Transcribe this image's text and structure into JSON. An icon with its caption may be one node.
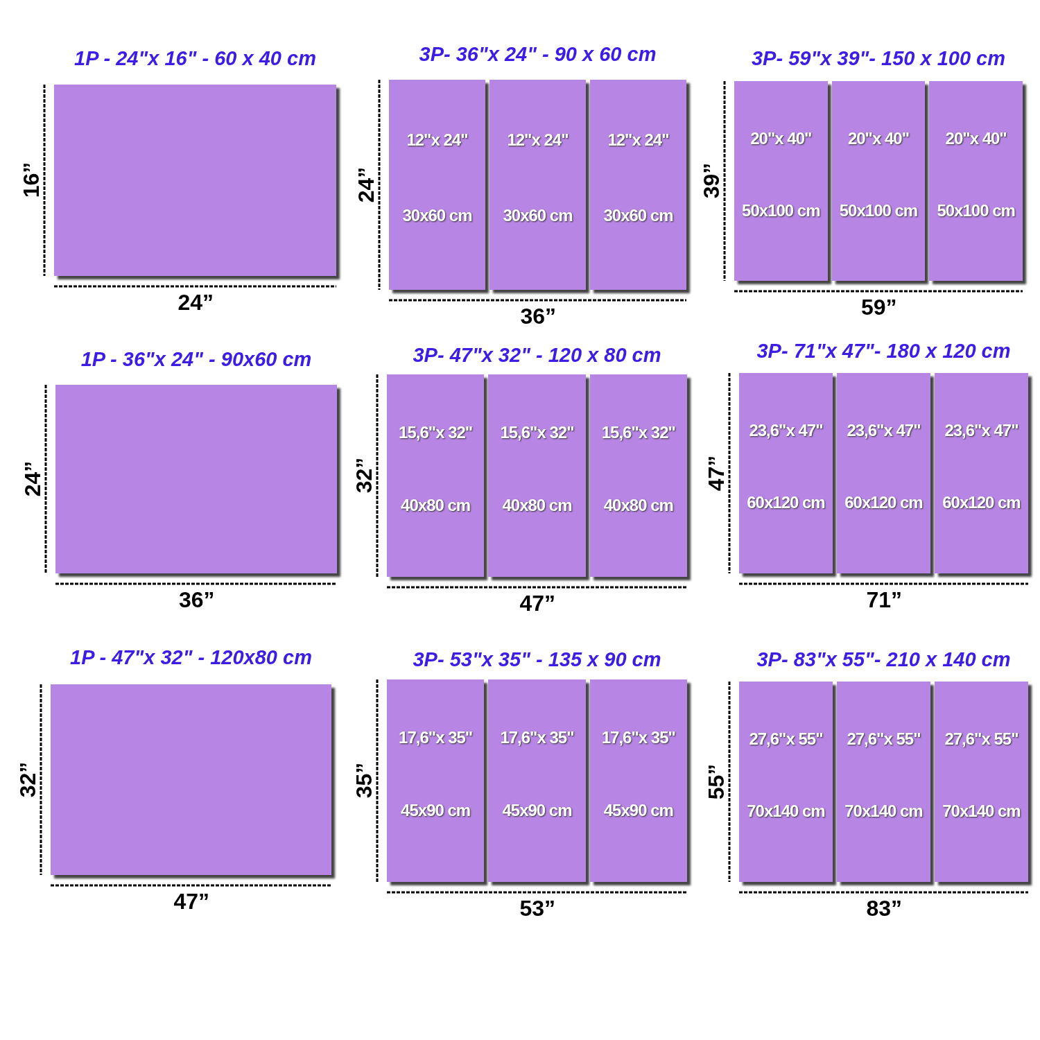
{
  "diagram": {
    "nodes": [
      {
        "text": [],
        "shape": "box"
      },
      {
        "text": [
          "12\"x 24\"",
          "30x60 cm"
        ]
      },
      {
        "text": [
          "12\"x 24\"",
          "30x60 cm"
        ]
      },
      {
        "text": [
          "12\"x 24\"",
          "30x60 cm"
        ]
      },
      {
        "text": [
          "20\"x 40\"",
          "50x100 cm"
        ]
      },
      {
        "text": [
          "20\"x 40\"",
          "50x100 cm"
        ]
      },
      {
        "text": [
          "20\"x 40\"",
          "50x100 cm"
        ]
      },
      {
        "text": [],
        "shape": "box"
      },
      {
        "text": [
          "15,6\"x 32\"",
          "40x80 cm"
        ]
      },
      {
        "text": [
          "15,6\"x 32\"",
          "40x80 cm"
        ]
      },
      {
        "text": [
          "15,6\"x 32\"",
          "40x80 cm"
        ]
      },
      {
        "text": [
          "23,6\"x 47\"",
          "60x120 cm"
        ]
      },
      {
        "text": [
          "23,6\"x 47\"",
          "60x120 cm"
        ]
      },
      {
        "text": [
          "23,6\"x 47\"",
          "60x120 cm"
        ]
      },
      {
        "text": [],
        "shape": "box"
      },
      {
        "text": [
          "17,6\"x 35\"",
          "45x90 cm"
        ]
      },
      {
        "text": [
          "17,6\"x 35\"",
          "45x90 cm"
        ]
      },
      {
        "text": [
          "17,6\"x 35\"",
          "45x90 cm"
        ]
      },
      {
        "text": [
          "27,6\"x 55\"",
          "70x140 cm"
        ]
      },
      {
        "text": [
          "27,6\"x 55\"",
          "70x140 cm"
        ]
      },
      {
        "text": [
          "27,6\"x 55\"",
          "70x140 cm"
        ]
      }
    ],
    "labels": [
      "1P - 24\"x 16\" - 60 x 40 cm",
      "16”",
      "24”",
      "3P- 36\"x 24\" - 90 x 60 cm",
      "24”",
      "36”",
      "3P- 59\"x 39\"- 150 x 100 cm",
      "39”",
      "59”",
      "1P - 36\"x 24\" - 90x60 cm",
      "24”",
      "36”",
      "3P- 47\"x 32\" - 120 x 80 cm",
      "32”",
      "47”",
      "3P- 71\"x 47\"- 180 x 120 cm",
      "47”",
      "71”",
      "1P - 47\"x 32\" - 120x80 cm",
      "32”",
      "47”",
      "3P- 53\"x 35\" - 135 x 90 cm",
      "35”",
      "53”",
      "3P- 83\"x 55\"- 210 x 140 cm",
      "55”",
      "83”"
    ]
  }
}
